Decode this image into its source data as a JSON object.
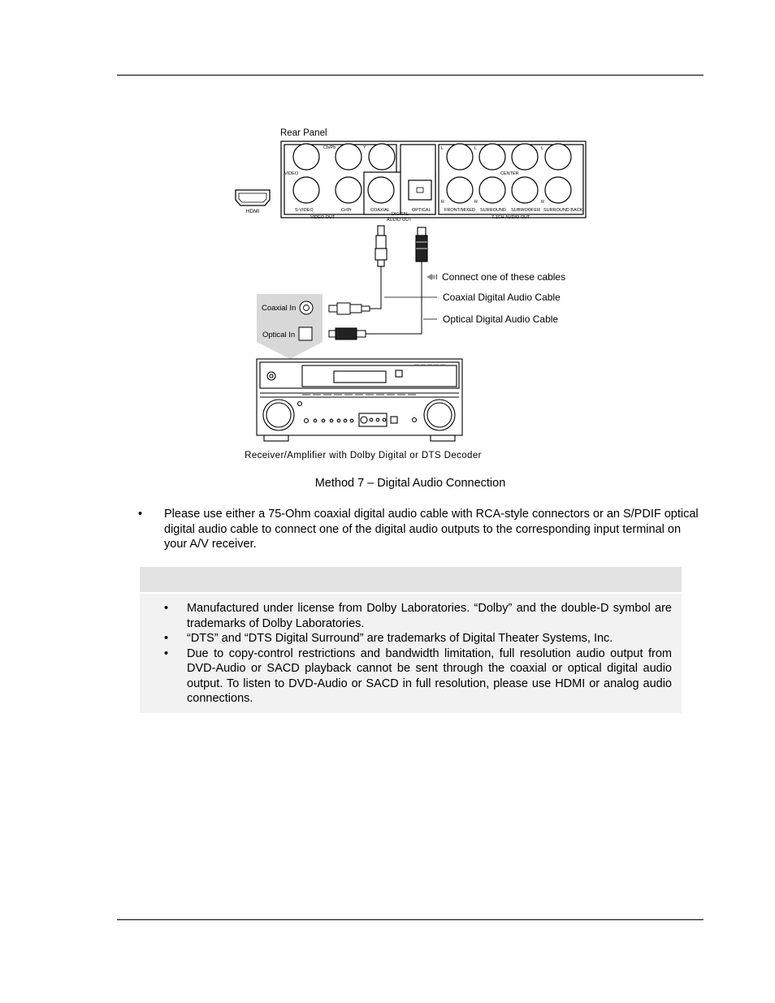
{
  "diagram": {
    "rear_panel_title": "Rear Panel",
    "hdmi_label": "HDMI",
    "port_labels": {
      "cb_pb": "Cb/Pb",
      "y": "Y",
      "video": "VIDEO",
      "s_video": "S-VIDEO",
      "cr_pr": "Cr/Pr",
      "video_out": "VIDEO OUT",
      "coaxial": "COAXIAL",
      "optical": "OPTICAL",
      "digital": "DIGITAL",
      "audio_out": "AUDIO OUT",
      "l1": "L",
      "l2": "L",
      "l3": "L",
      "center": "CENTER",
      "r1": "R",
      "r2": "R",
      "r3": "R",
      "front_mixed": "FRONT/MIXED",
      "surround": "SURROUND",
      "subwoofer": "SUBWOOFER",
      "surround_back": "SURROUND BACK",
      "audio_71_out": "7.1CH AUDIO OUT"
    },
    "legend_connect": "Connect one of these cables",
    "coaxial_cable": "Coaxial Digital Audio Cable",
    "optical_cable": "Optical Digital Audio Cable",
    "coaxial_in": "Coaxial In",
    "optical_in": "Optical In",
    "receiver_caption": "Receiver/Amplifier with Dolby Digital or DTS Decoder"
  },
  "caption": "Method 7 – Digital Audio Connection",
  "bullet_symbol": "•",
  "main_bullet": "Please use either a 75-Ohm coaxial digital audio cable with RCA-style connectors or an S/PDIF optical digital audio cable to connect one of the digital audio outputs to the corresponding input terminal on your A/V receiver.",
  "note": {
    "heading": "",
    "items": [
      "Manufactured under license from Dolby Laboratories.  “Dolby” and the double-D symbol are trademarks of Dolby Laboratories.",
      "“DTS” and “DTS Digital Surround” are trademarks of Digital Theater Systems, Inc.",
      "Due to copy-control restrictions and bandwidth limitation, full resolution audio output from DVD-Audio or SACD playback cannot be sent through the coaxial or optical digital audio output.  To listen to DVD-Audio or SACD in full resolution, please use HDMI or analog audio connections."
    ]
  }
}
